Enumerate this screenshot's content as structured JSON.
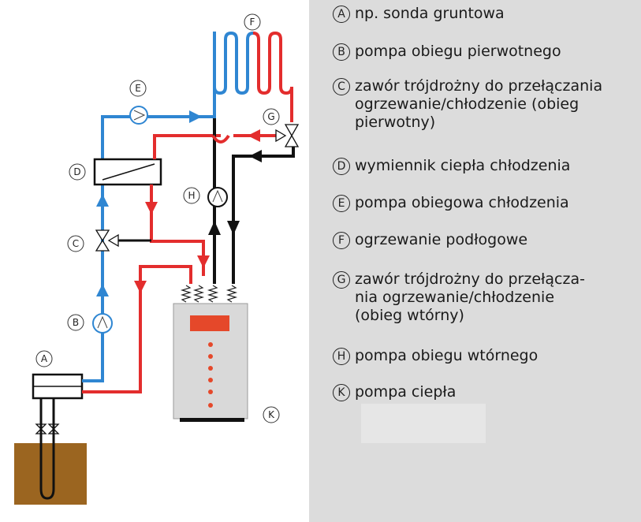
{
  "legend": [
    {
      "letter": "A",
      "text": "np. sonda gruntowa"
    },
    {
      "letter": "B",
      "text": "pompa obiegu pierwotnego"
    },
    {
      "letter": "C",
      "text": "zawór trójdrożny do przełączania\nogrzewanie/chłodzenie (obieg\npierwotny)"
    },
    {
      "letter": "D",
      "text": "wymiennik ciepła chłodzenia"
    },
    {
      "letter": "E",
      "text": "pompa obiegowa chłodzenia"
    },
    {
      "letter": "F",
      "text": "ogrzewanie podłogowe"
    },
    {
      "letter": "G",
      "text": " zawór trójdrożny do przełącza-\nnia ogrzewanie/chłodzenie\n(obieg wtórny)"
    },
    {
      "letter": "H",
      "text": "pompa obiegu wtórnego"
    },
    {
      "letter": "K",
      "text": "pompa ciepła"
    }
  ],
  "diagram_labels": {
    "a": "A",
    "b": "B",
    "c": "C",
    "d": "D",
    "e": "E",
    "f": "F",
    "g": "G",
    "h": "H",
    "k": "K"
  },
  "colors": {
    "supply": "#e32d2d",
    "return": "#2f86d2",
    "secondary": "#111111",
    "ground": "#9b6520",
    "legend_bg": "#dcdcdc",
    "heat_pump": "#d9d9d9",
    "display": "#e5482a"
  }
}
